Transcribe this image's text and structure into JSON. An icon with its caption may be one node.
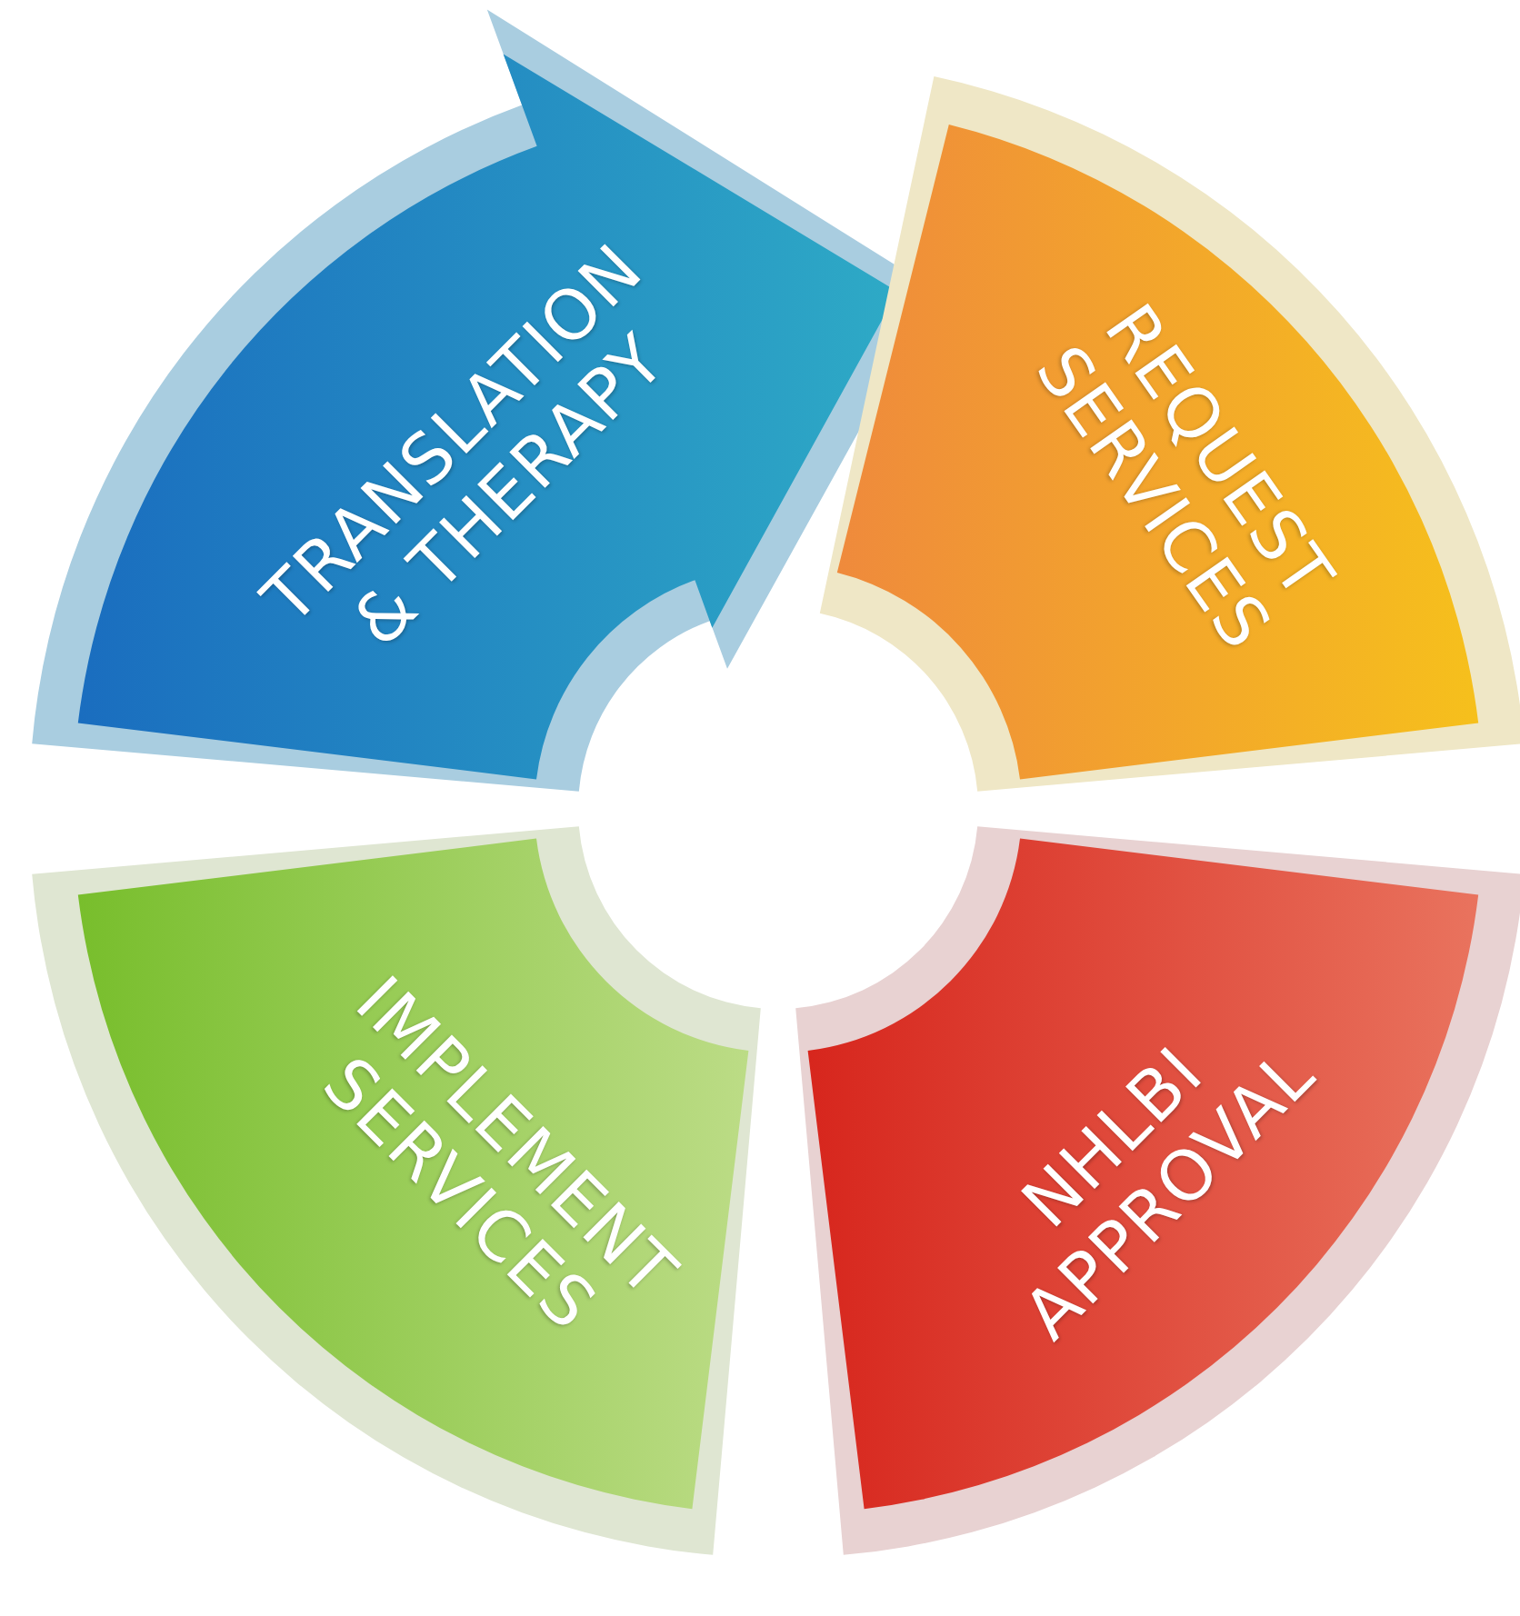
{
  "diagram": {
    "nodes": [
      {
        "text": [
          "TRANSLATION & THERAPY"
        ]
      },
      {
        "text": [
          "REQUEST SERVICES"
        ]
      },
      {
        "text": [
          "IMPLEMENT SERVICES"
        ]
      },
      {
        "text": [
          "NHLBI APPROVAL"
        ]
      }
    ]
  }
}
